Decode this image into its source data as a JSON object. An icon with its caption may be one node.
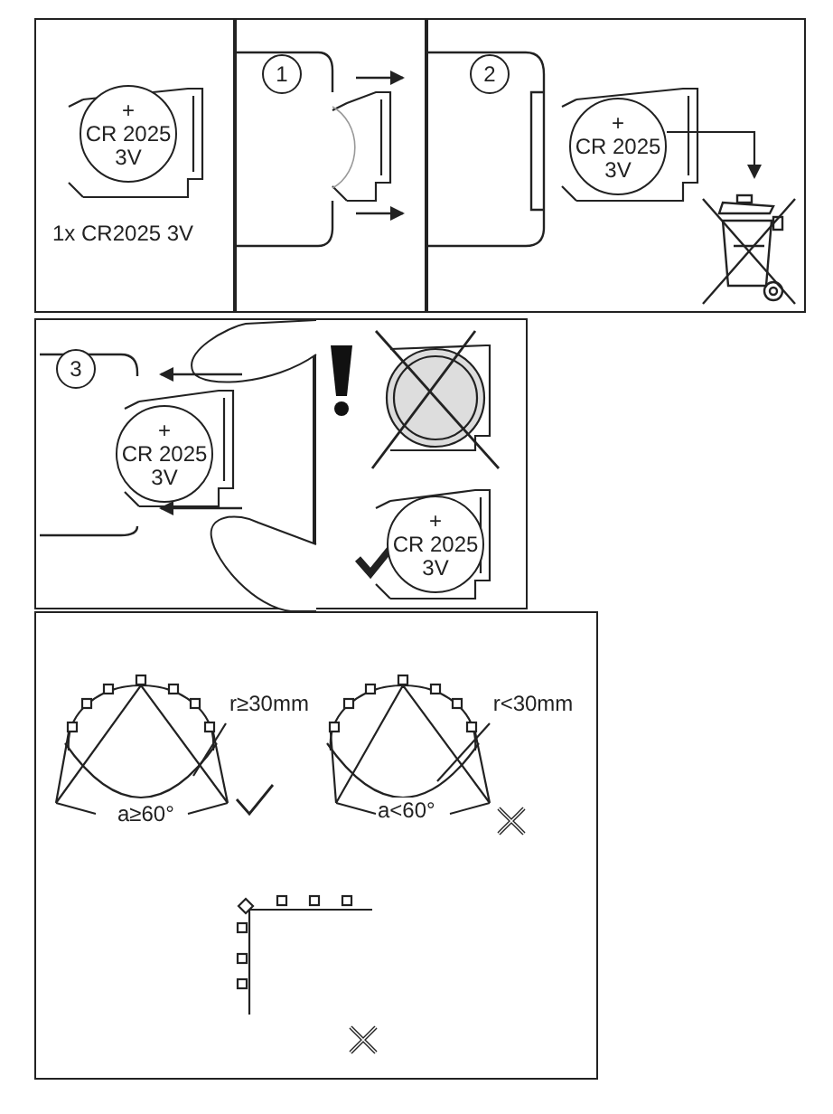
{
  "diagram": {
    "nodes": [
      {
        "text": [
          "1x CR2025 3V"
        ]
      },
      {
        "text": [
          "+",
          "CR 2025 3V"
        ],
        "in": 0
      },
      {
        "text": [],
        "shape": "box"
      },
      {
        "text": [
          "1"
        ],
        "in": 2
      },
      {
        "text": [],
        "shape": "box"
      },
      {
        "text": [
          "2"
        ],
        "in": 4
      },
      {
        "text": [
          "+",
          "CR 2025 3V"
        ],
        "in": 4
      },
      {
        "text": [],
        "shape": "bin",
        "in": 4
      },
      {
        "text": [],
        "shape": "box"
      },
      {
        "text": [
          "3"
        ],
        "in": 8
      },
      {
        "text": [
          "+",
          "CR 2025 3V"
        ],
        "in": 8
      },
      {
        "text": [],
        "shape": "box"
      },
      {
        "text": [
          "+",
          "CR 2025 3V"
        ],
        "in": 11
      },
      {
        "text": [],
        "shape": "box"
      },
      {
        "text": [
          "r≥30mm"
        ],
        "in": 13
      },
      {
        "text": [
          "r<30mm"
        ],
        "in": 13
      }
    ],
    "edges": [
      {
        "from": 6,
        "to": 7,
        "arrow": "to"
      },
      {
        "from": 14,
        "to": null,
        "arrow": "none"
      },
      {
        "from": 15,
        "to": null,
        "arrow": "none"
      }
    ],
    "labels": [
      "a≥60°",
      "a<60°"
    ]
  }
}
